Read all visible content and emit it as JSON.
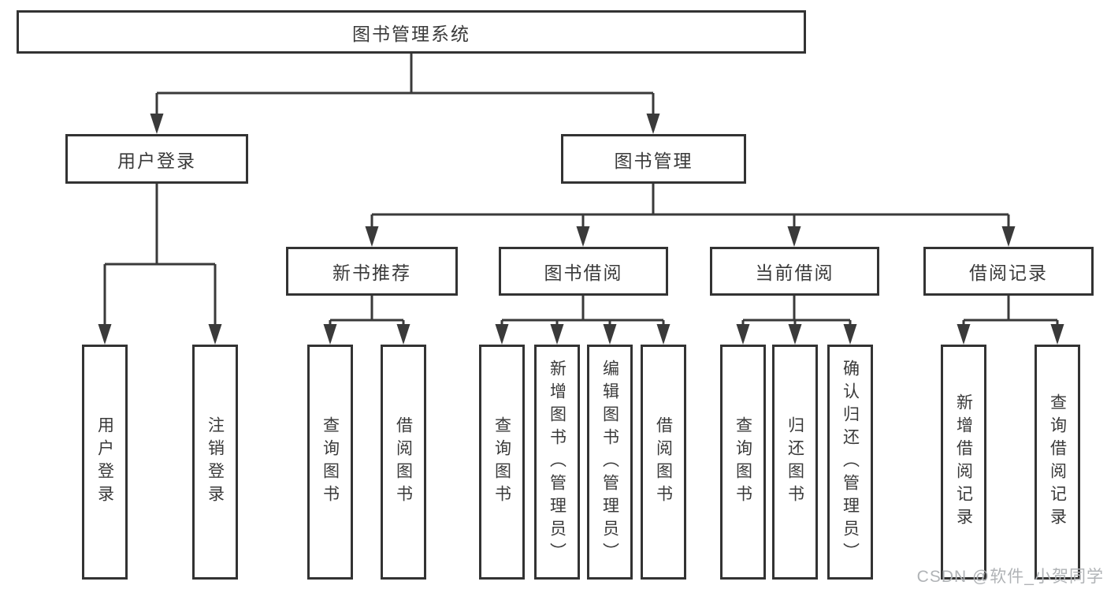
{
  "diagram": {
    "root": {
      "label": "图书管理系统"
    },
    "level2": [
      {
        "label": "用户登录"
      },
      {
        "label": "图书管理"
      }
    ],
    "level3": [
      {
        "label": "新书推荐"
      },
      {
        "label": "图书借阅"
      },
      {
        "label": "当前借阅"
      },
      {
        "label": "借阅记录"
      }
    ],
    "leaves": [
      {
        "label": "用户登录"
      },
      {
        "label": "注销登录"
      },
      {
        "label": "查询图书"
      },
      {
        "label": "借阅图书"
      },
      {
        "label": "查询图书"
      },
      {
        "label": "新增图书（管理员）"
      },
      {
        "label": "编辑图书（管理员）"
      },
      {
        "label": "借阅图书"
      },
      {
        "label": "查询图书"
      },
      {
        "label": "归还图书"
      },
      {
        "label": "确认归还（管理员）"
      },
      {
        "label": "新增借阅记录"
      },
      {
        "label": "查询借阅记录"
      }
    ]
  },
  "watermark": "CSDN @软件_小贺同学",
  "colors": {
    "line": "#3a3a3a",
    "box_border": "#333333",
    "text": "#3a3a3a",
    "watermark": "#b0b3b6",
    "background": "#ffffff"
  }
}
